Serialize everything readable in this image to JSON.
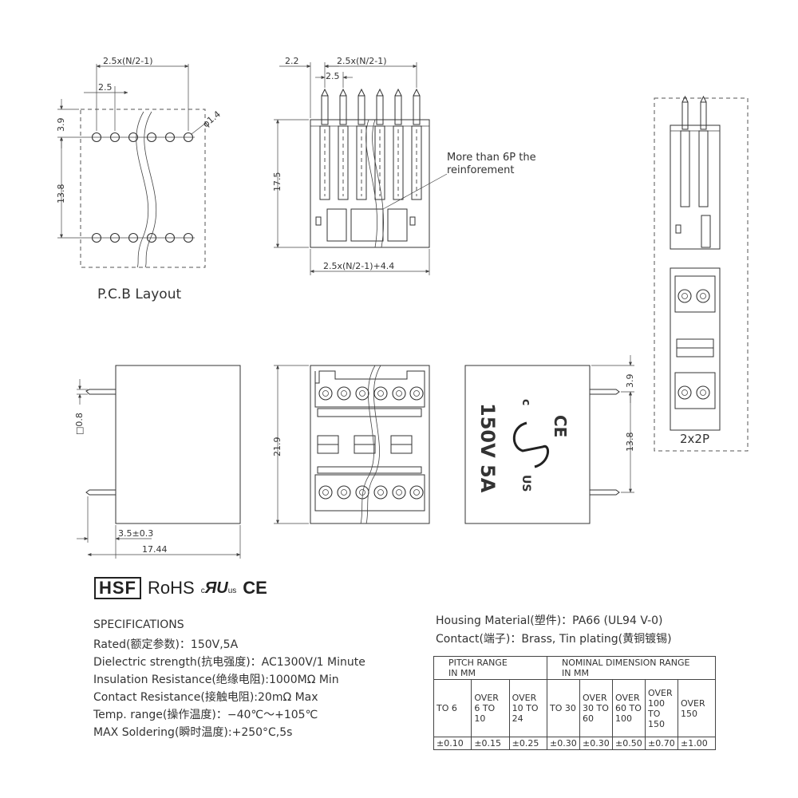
{
  "pcb_layout": {
    "title": "P.C.B Layout",
    "dim_top": "2.5x(N/2-1)",
    "dim_pitch": "2.5",
    "dim_row_offset": "3.9",
    "dim_row_spacing": "13.8",
    "dim_hole": "φ1.4"
  },
  "top_view": {
    "dim_left": "2.2",
    "dim_top": "2.5x(N/2-1)",
    "dim_pitch": "2.5",
    "dim_height": "17.5",
    "dim_bottom": "2.5x(N/2-1)+4.4",
    "note_line1": "More than 6P the",
    "note_line2": "reinforement"
  },
  "side_view": {
    "dim_pin": "□0.8",
    "dim_pin_len": "3.5±0.3",
    "dim_width": "17.44"
  },
  "front_view": {
    "dim_height": "21.9"
  },
  "marking_view": {
    "rating": "150V 5A",
    "ce": "CE",
    "ul_c": "c",
    "ul_us": "US",
    "dim_top": "3.9",
    "dim_spacing": "13.8"
  },
  "variant_view": {
    "label": "2x2P"
  },
  "certifications": {
    "hsf": "HSF",
    "rohs": "RoHS",
    "ul_c": "c",
    "ul_mark": "ЯU",
    "ul_us": "us",
    "ce": "CE"
  },
  "specifications": {
    "heading": "SPECIFICATIONS",
    "lines": [
      "Rated(额定参数)：150V,5A",
      "Dielectric strength(抗电强度)：AC1300V/1 Minute",
      "Insulation Resistance(绝缘电阻):1000MΩ Min",
      "Contact Resistance(接触电阻):20mΩ Max",
      "Temp. range(操作温度)：−40℃～+105℃",
      "MAX Soldering(瞬时温度):+250°C,5s"
    ]
  },
  "materials": {
    "housing": "Housing Material(塑件)：PA66 (UL94 V-0)",
    "contact": "Contact(端子)：Brass, Tin plating(黄铜镀锡)"
  },
  "tolerance_table": {
    "pitch_header_1": "PITCH RANGE",
    "pitch_header_2": "IN MM",
    "nominal_header_1": "NOMINAL DIMENSION RANGE",
    "nominal_header_2": "IN MM",
    "pitch_ranges": [
      "TO 6",
      "OVER 6 TO 10",
      "OVER 10 TO 24"
    ],
    "nominal_ranges": [
      "TO 30",
      "OVER 30 TO 60",
      "OVER 60 TO 100",
      "OVER 100 TO 150",
      "OVER 150"
    ],
    "tolerances": [
      "±0.10",
      "±0.15",
      "±0.25",
      "±0.30",
      "±0.30",
      "±0.50",
      "±0.70",
      "±1.00"
    ]
  }
}
